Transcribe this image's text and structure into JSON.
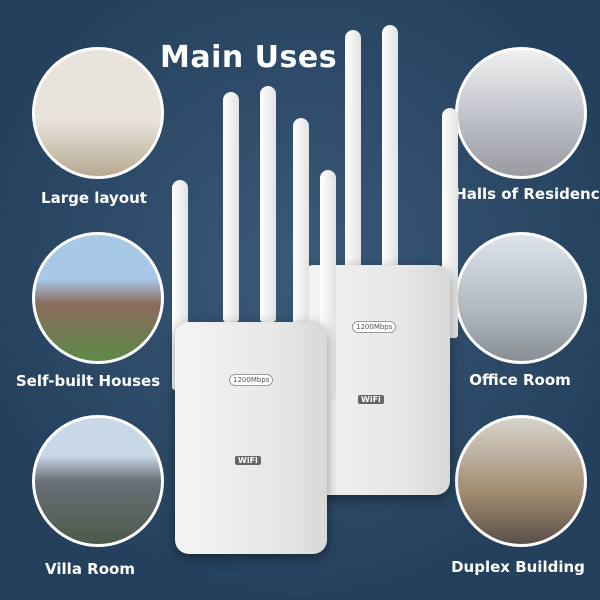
{
  "title": "Main Uses",
  "uses": [
    {
      "label": "Large layout"
    },
    {
      "label": "Self-built Houses"
    },
    {
      "label": "Villa Room"
    },
    {
      "label": "Halls of Residence"
    },
    {
      "label": "Office Room"
    },
    {
      "label": "Duplex Building"
    }
  ],
  "device": {
    "speed": "1200Mbps",
    "wifi_badge": "WiFi"
  },
  "colors": {
    "background": "#2d4a66",
    "text": "#ffffff"
  }
}
